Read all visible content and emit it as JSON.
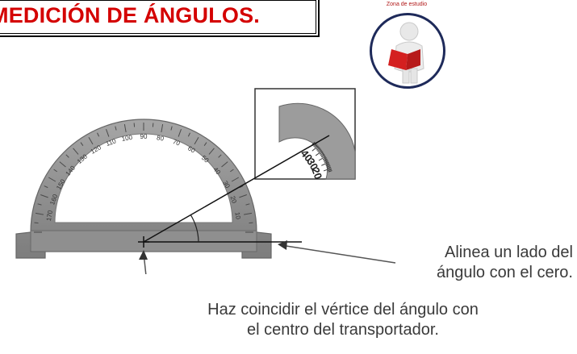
{
  "title": "MEDICIÓN DE ÁNGULOS.",
  "badge": {
    "label": "Zona de estudio",
    "icon": "student-reading-book-icon"
  },
  "protractor": {
    "ticks": [
      "10",
      "20",
      "30",
      "40",
      "50",
      "60",
      "70",
      "80",
      "90",
      "100",
      "110",
      "120",
      "130",
      "140",
      "150",
      "160",
      "170"
    ],
    "zoom_ticks": [
      "40",
      "30",
      "20"
    ]
  },
  "captions": {
    "right_line1": "Alinea un lado del",
    "right_line2": "ángulo con el cero.",
    "bottom_line1": "Haz coincidir el vértice del ángulo con",
    "bottom_line2": "el centro del transportador."
  },
  "colors": {
    "title": "#d40000",
    "protractor": "#8a8a8a",
    "badge_ring": "#1e2a5a",
    "book": "#d42020"
  }
}
